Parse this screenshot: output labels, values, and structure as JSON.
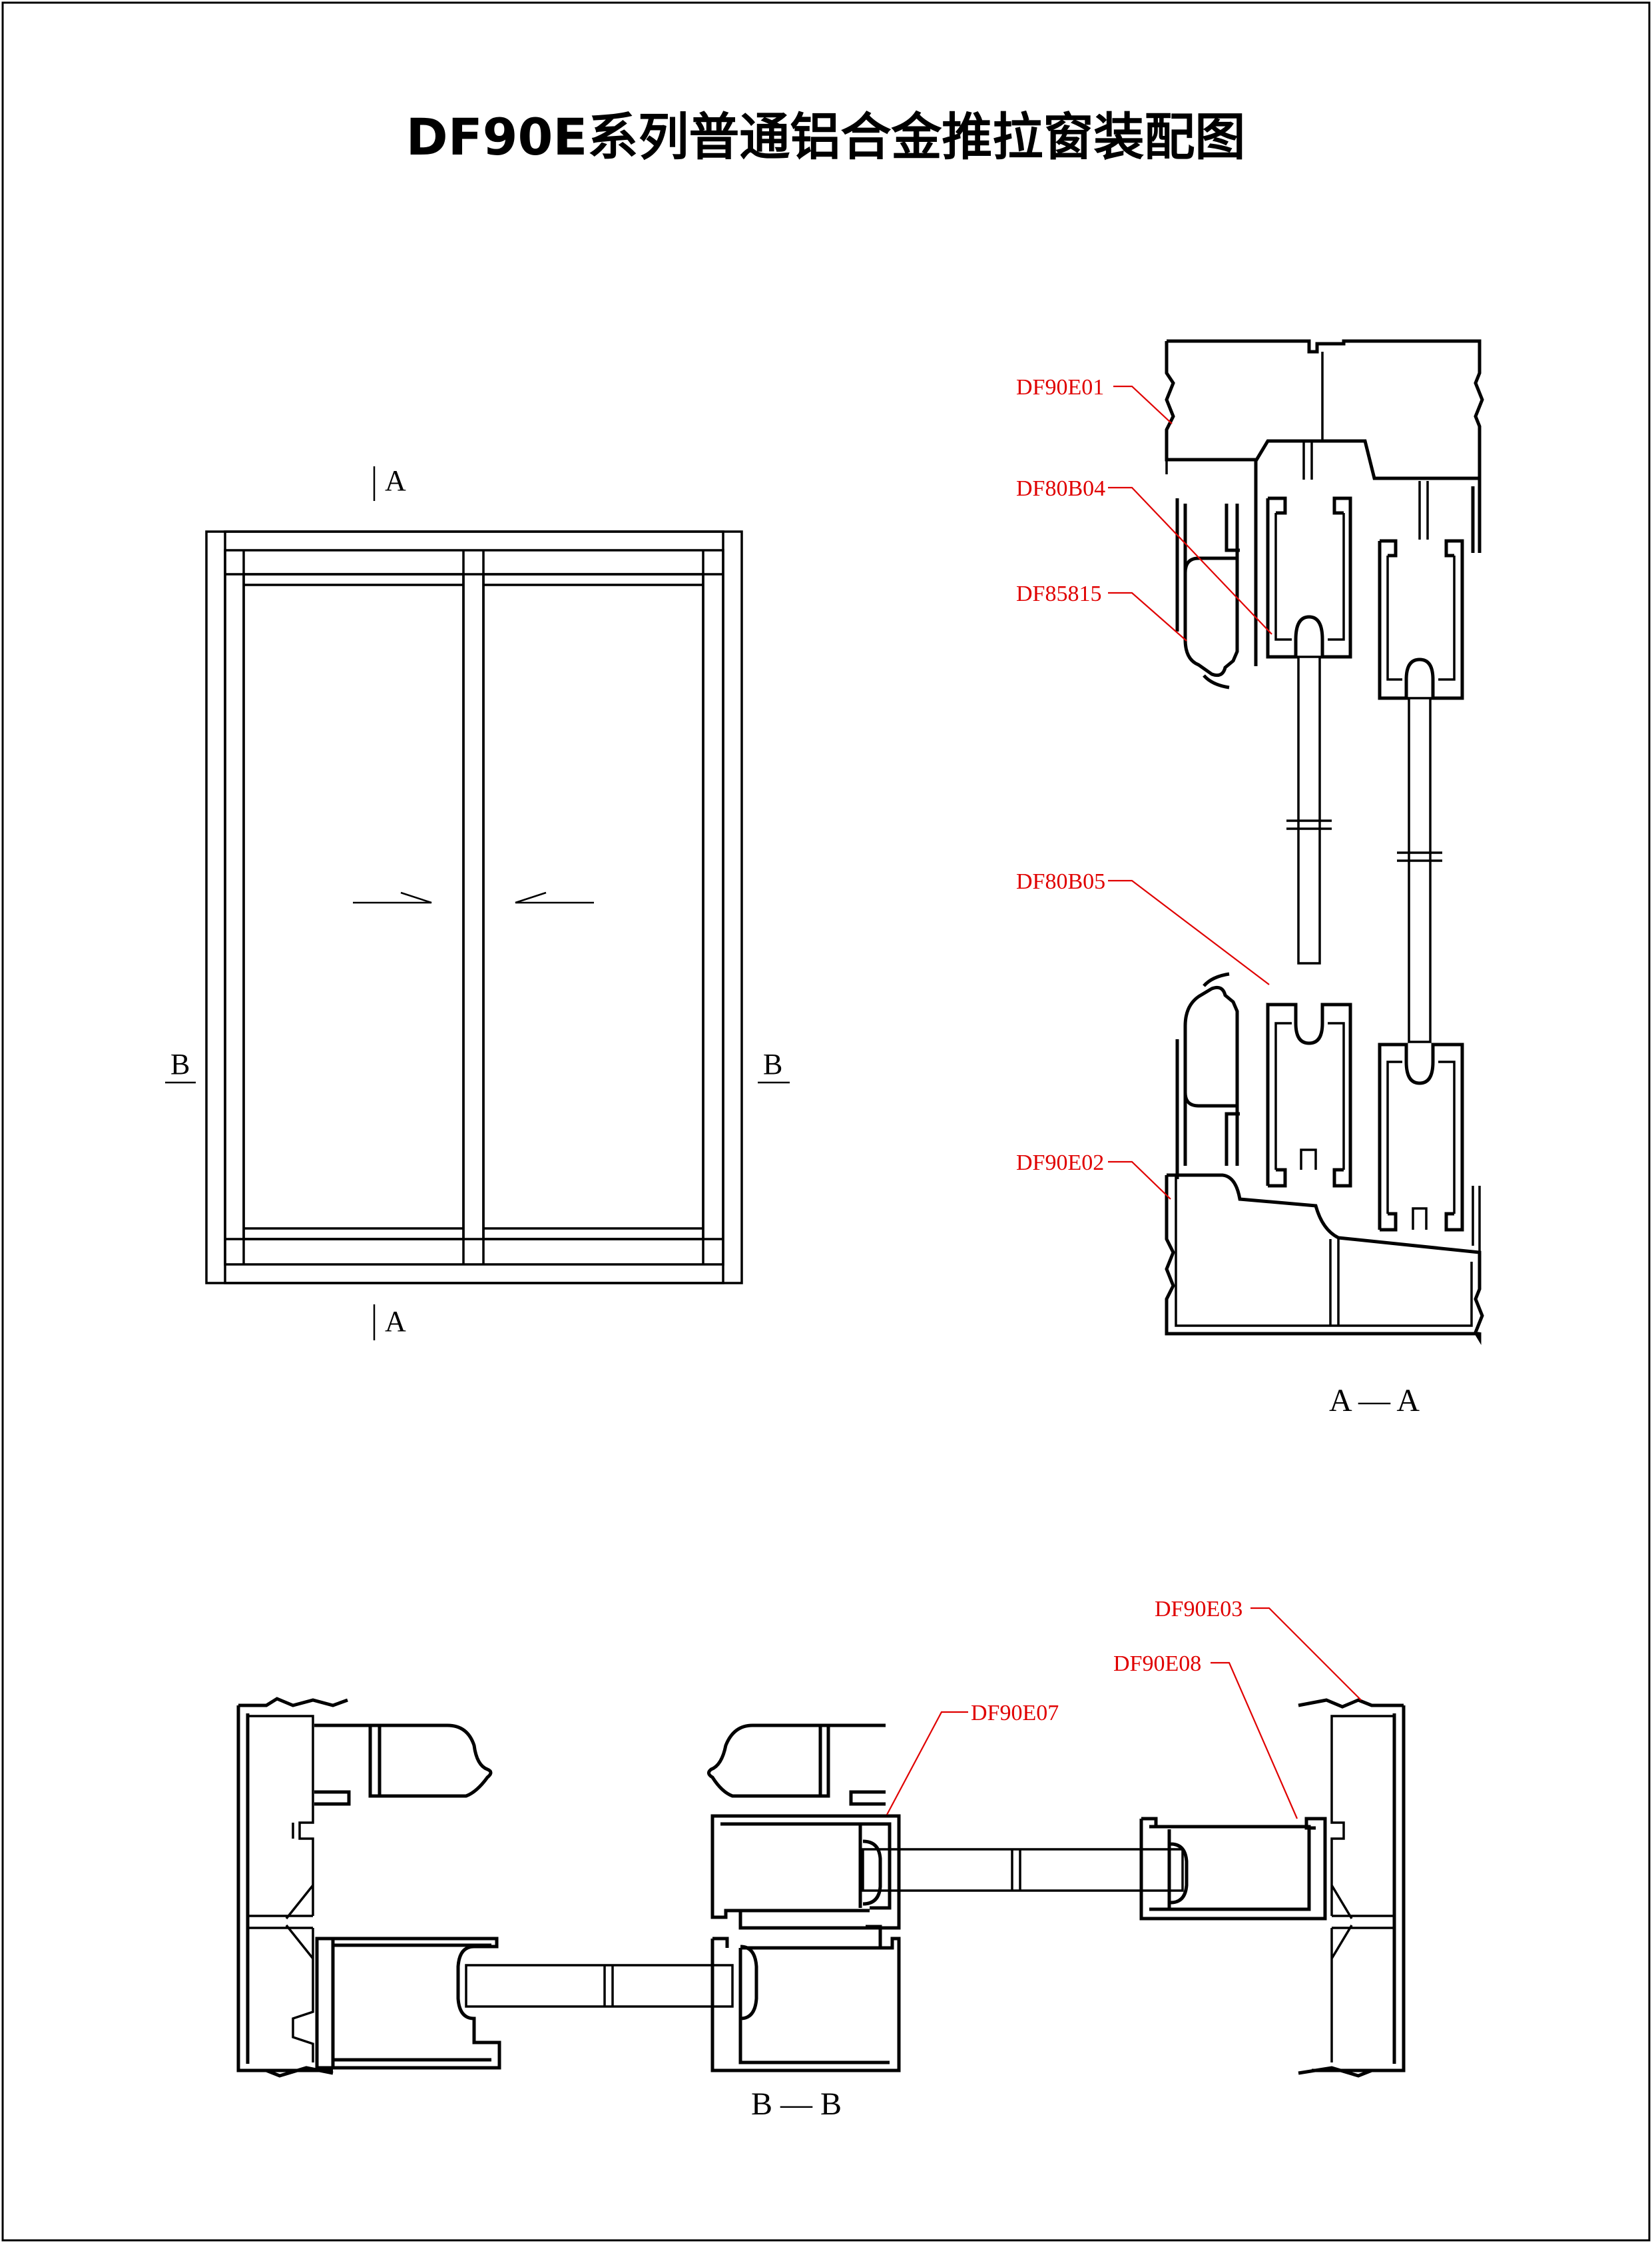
{
  "title": "DF90E系列普通铝合金推拉窗装配图",
  "colors": {
    "line": "#000000",
    "leader": "#e00000",
    "background": "#ffffff"
  },
  "elevation": {
    "section_marks": {
      "top": "A",
      "bottom": "A",
      "left": "B",
      "right": "B"
    }
  },
  "section_aa": {
    "caption": "A — A",
    "parts": [
      "DF90E01",
      "DF80B04",
      "DF85815",
      "DF80B05",
      "DF90E02"
    ]
  },
  "section_bb": {
    "caption": "B — B",
    "parts": [
      "DF90E07",
      "DF90E03",
      "DF90E08"
    ]
  }
}
